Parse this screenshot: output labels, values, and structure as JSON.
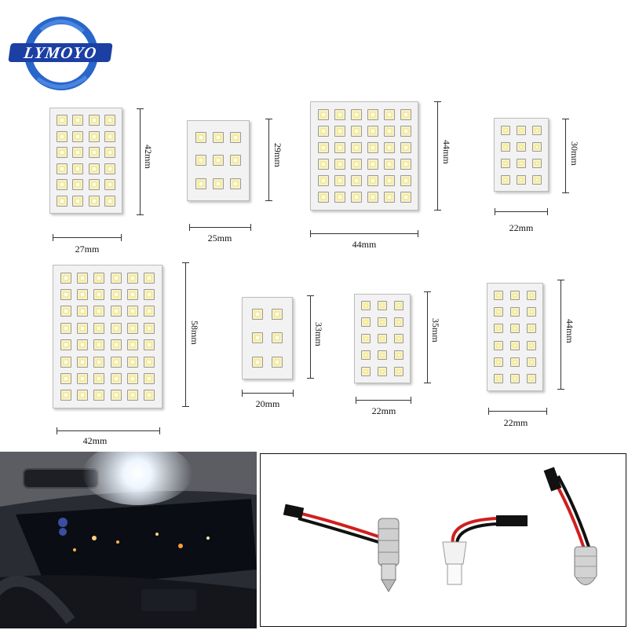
{
  "brand": {
    "name": "LYMOYO",
    "ring_color": "#2a66c9",
    "band_color": "#1b3fa3"
  },
  "panels": [
    {
      "id": "p1",
      "width_label": "27mm",
      "height_label": "42mm",
      "cols": 4,
      "rows": 6
    },
    {
      "id": "p2",
      "width_label": "25mm",
      "height_label": "29mm",
      "cols": 3,
      "rows": 3
    },
    {
      "id": "p3",
      "width_label": "44mm",
      "height_label": "44mm",
      "cols": 6,
      "rows": 6
    },
    {
      "id": "p4",
      "width_label": "22mm",
      "height_label": "30mm",
      "cols": 3,
      "rows": 4
    },
    {
      "id": "p5",
      "width_label": "42mm",
      "height_label": "58mm",
      "cols": 6,
      "rows": 8
    },
    {
      "id": "p6",
      "width_label": "20mm",
      "height_label": "33mm",
      "cols": 2,
      "rows": 3
    },
    {
      "id": "p7",
      "width_label": "22mm",
      "height_label": "35mm",
      "cols": 3,
      "rows": 5
    },
    {
      "id": "p8",
      "width_label": "22mm",
      "height_label": "44mm",
      "cols": 3,
      "rows": 6
    }
  ],
  "adapters": [
    "festoon-adapter",
    "t10-wedge-adapter",
    "ba9s-bayonet-adapter"
  ],
  "colors": {
    "led": "#f4ec9a",
    "board": "#f2f2f2",
    "wire_red": "#d11f1f",
    "wire_black": "#111111"
  }
}
